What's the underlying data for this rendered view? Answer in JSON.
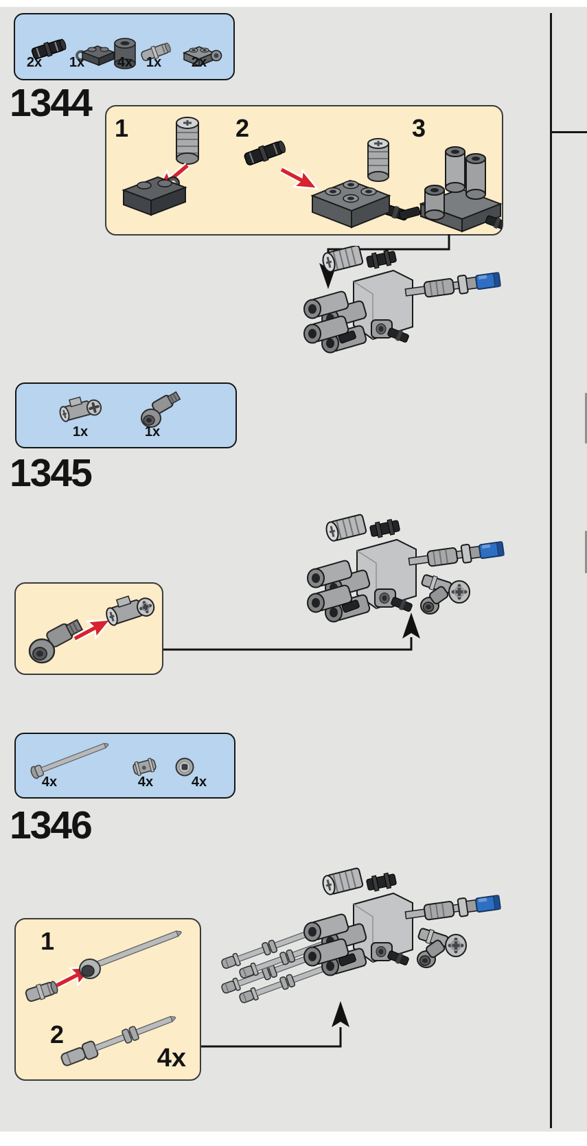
{
  "page": {
    "kind": "LEGO building instruction page",
    "colors": {
      "content_bg": "#e4e5e3",
      "parts_box_bg": "#b8d4ee",
      "substep_box_bg": "#fcecc8",
      "divider": "#161616",
      "arrow_red": "#d6232e",
      "blue_part": "#2e6fc3"
    }
  },
  "steps": [
    {
      "number": "1344",
      "parts": [
        {
          "qty": "2x",
          "icon": "pin-joiner-black"
        },
        {
          "qty": "1x",
          "icon": "plate-1x2-clip"
        },
        {
          "qty": "4x",
          "icon": "round-brick-1x1"
        },
        {
          "qty": "1x",
          "icon": "technic-pin-gray"
        },
        {
          "qty": "2x",
          "icon": "plate-1x2-ring"
        }
      ],
      "substeps": [
        {
          "label": "1"
        },
        {
          "label": "2"
        },
        {
          "label": "3"
        }
      ]
    },
    {
      "number": "1345",
      "parts": [
        {
          "qty": "1x",
          "icon": "axle-connector-clutch"
        },
        {
          "qty": "1x",
          "icon": "elbow-connector"
        }
      ],
      "substeps": []
    },
    {
      "number": "1346",
      "parts": [
        {
          "qty": "4x",
          "icon": "axle-long"
        },
        {
          "qty": "4x",
          "icon": "pin-connector"
        },
        {
          "qty": "4x",
          "icon": "bush"
        }
      ],
      "substeps": [
        {
          "label": "1"
        },
        {
          "label": "2"
        }
      ],
      "multiplier": "4x"
    }
  ]
}
